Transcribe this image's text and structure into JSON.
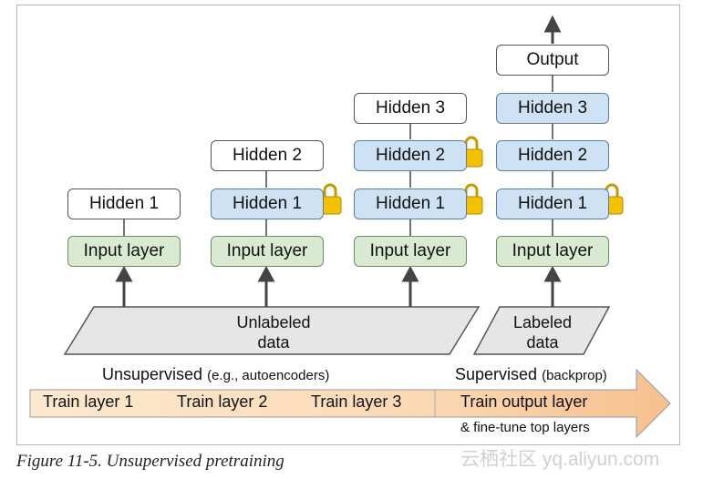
{
  "columns": [
    {
      "input_label": "Input layer",
      "hidden": [
        "Hidden 1"
      ]
    },
    {
      "input_label": "Input layer",
      "hidden": [
        "Hidden 1",
        "Hidden 2"
      ]
    },
    {
      "input_label": "Input layer",
      "hidden": [
        "Hidden 1",
        "Hidden 2",
        "Hidden 3"
      ]
    },
    {
      "input_label": "Input layer",
      "hidden": [
        "Hidden 1",
        "Hidden 2",
        "Hidden 3"
      ],
      "output": "Output"
    }
  ],
  "data_boxes": {
    "unlabeled_line1": "Unlabeled",
    "unlabeled_line2": "data",
    "labeled_line1": "Labeled",
    "labeled_line2": "data"
  },
  "phases": {
    "unsupervised": "Unsupervised",
    "unsupervised_note": "(e.g., autoencoders)",
    "supervised": "Supervised",
    "supervised_note": "(backprop)"
  },
  "stages": [
    "Train layer 1",
    "Train layer 2",
    "Train layer 3",
    "Train output layer"
  ],
  "stage_note": "& fine-tune top layers",
  "caption": "Figure 11-5. Unsupervised pretraining",
  "watermark": "云栖社区 yq.aliyun.com",
  "colors": {
    "frozen_layer": "#cfe2f3",
    "input_layer": "#d9ead3",
    "arrow_left": "#fbe5c8",
    "arrow_right": "#f7c9a0"
  }
}
